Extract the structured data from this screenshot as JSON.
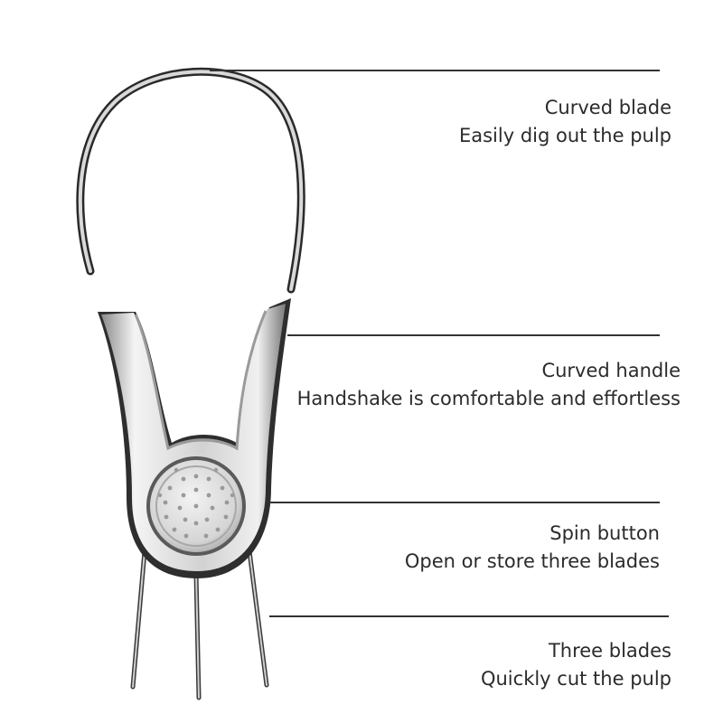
{
  "product": {
    "name": "avocado-tool-icon",
    "colors": {
      "steel_light": "#f2f2f2",
      "steel_mid": "#c9c9c9",
      "steel_dark": "#6e6e6e",
      "edge": "#2a2a2a",
      "line": "#333333",
      "text": "#2b2b2b"
    }
  },
  "callouts": [
    {
      "title": "Curved blade",
      "description": "Easily dig out the pulp"
    },
    {
      "title": "Curved handle",
      "description": "Handshake is comfortable and effortless"
    },
    {
      "title": "Spin button",
      "description": "Open or store three blades"
    },
    {
      "title": "Three blades",
      "description": "Quickly cut the pulp"
    }
  ]
}
